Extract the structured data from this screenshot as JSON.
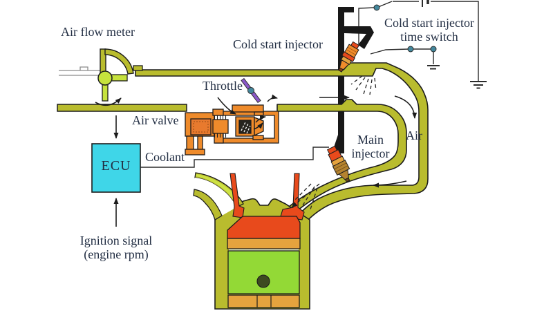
{
  "labels": {
    "air_flow_meter": "Air flow meter",
    "cold_start_injector": "Cold start injector",
    "time_switch_line1": "Cold start injector",
    "time_switch_line2": "time switch",
    "throttle": "Throttle",
    "air_valve": "Air valve",
    "ecu": "ECU",
    "coolant": "Coolant",
    "main_injector_line1": "Main",
    "main_injector_line2": "injector",
    "air": "Air",
    "ignition_line1": "Ignition signal",
    "ignition_line2": "(engine rpm)"
  },
  "colors": {
    "pipe": "#b9bc2e",
    "bright": "#c6e23c",
    "stripe": "#cde244",
    "orange": "#ef8b2b",
    "orange2": "#e87a2e",
    "red": "#e84a1c",
    "band": "#e5a33e",
    "brown": "#b5832f",
    "green": "#93d936",
    "cyan": "#3fd6e8",
    "purple": "#8a58c8",
    "teal": "#43879c",
    "ink": "#1c1c1c",
    "wire": "#2b2b2b",
    "text": "#232f44"
  }
}
